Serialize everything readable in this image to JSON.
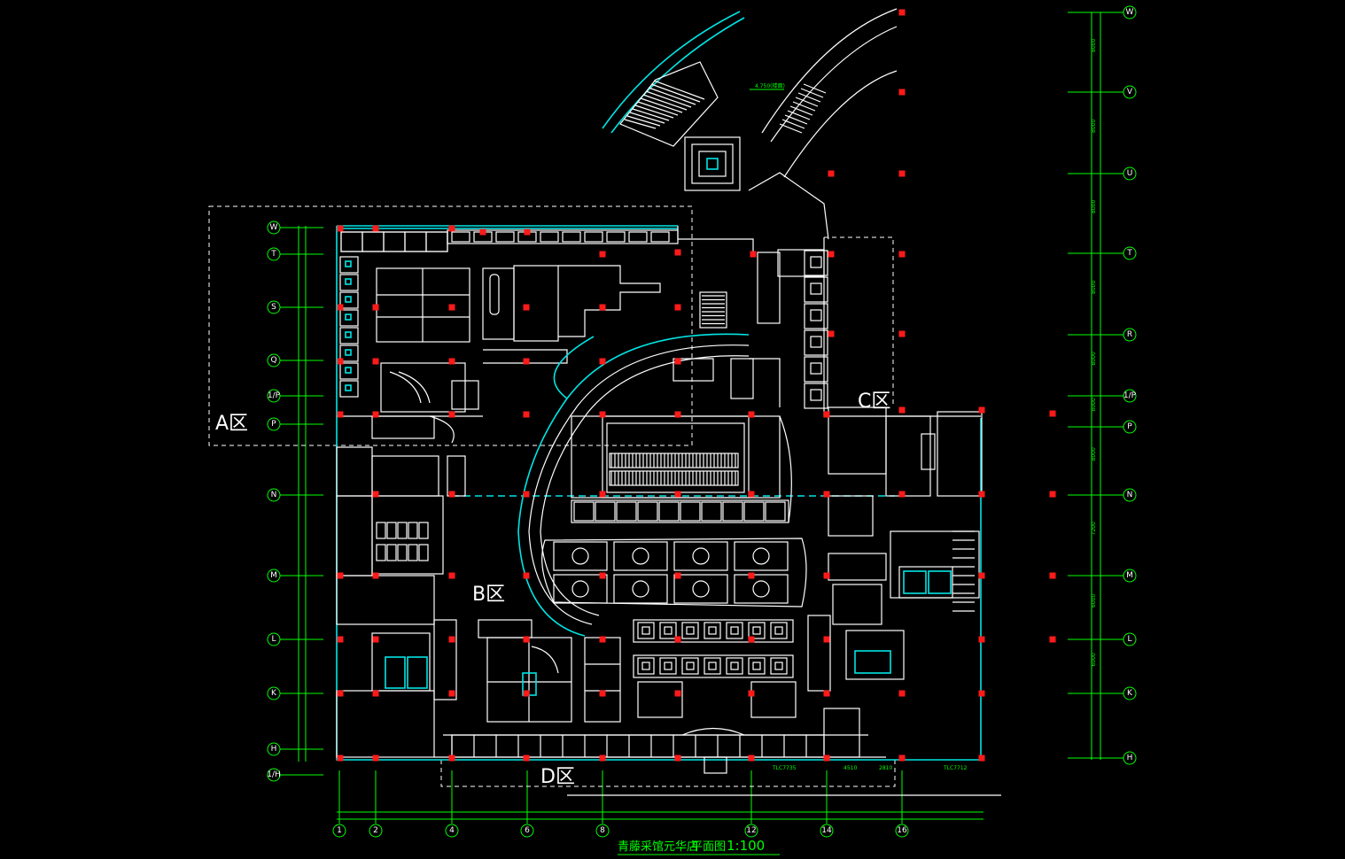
{
  "drawing": {
    "title_cn": "青藤采馆元华店",
    "title_sheet": "平面图",
    "title_scale": "1:100",
    "elevation_note": "4.750(楼面)",
    "dim_notes": [
      "4510",
      "2810",
      "TLC7735",
      "TLC7712"
    ]
  },
  "zones": [
    {
      "id": "A",
      "label": "A区"
    },
    {
      "id": "B",
      "label": "B区"
    },
    {
      "id": "C",
      "label": "C区"
    },
    {
      "id": "D",
      "label": "D区"
    }
  ],
  "axes_left": [
    "W",
    "T",
    "S",
    "Q",
    "1/P",
    "P",
    "N",
    "M",
    "L",
    "K",
    "H",
    "1/H"
  ],
  "axes_right": [
    "W",
    "V",
    "U",
    "T",
    "R",
    "1/P",
    "P",
    "N",
    "M",
    "L",
    "K",
    "H"
  ],
  "axes_bottom": [
    "1",
    "2",
    "4",
    "6",
    "8",
    "12",
    "14",
    "16"
  ],
  "right_dims": [
    "8000",
    "8000",
    "8000",
    "8000",
    "8000",
    "8000",
    "8000",
    "7200",
    "6000",
    "6000"
  ],
  "colors": {
    "background": "#000000",
    "walls": "#ffffff",
    "glazing": "#00e5e5",
    "columns": "#ff1a1a",
    "annotation": "#00ff00"
  }
}
